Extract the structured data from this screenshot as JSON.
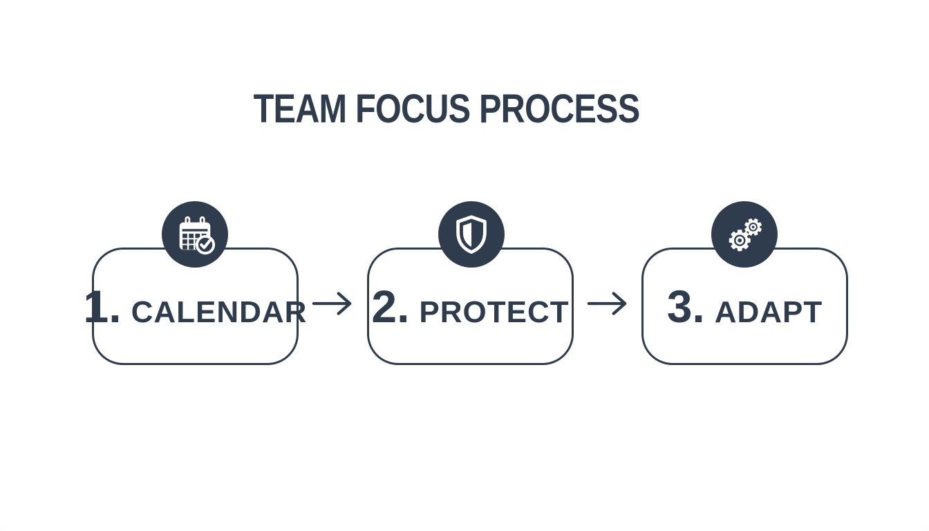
{
  "title": "TEAM FOCUS PROCESS",
  "colors": {
    "ink": "#2e3c4e",
    "background": "#ffffff",
    "icon_foreground": "#ffffff"
  },
  "steps": [
    {
      "number": "1.",
      "label": "CALENDAR",
      "icon": "calendar-check-icon"
    },
    {
      "number": "2.",
      "label": "PROTECT",
      "icon": "shield-icon"
    },
    {
      "number": "3.",
      "label": "ADAPT",
      "icon": "gears-icon"
    }
  ],
  "connectors": [
    {
      "type": "arrow-right"
    },
    {
      "type": "arrow-right"
    }
  ]
}
